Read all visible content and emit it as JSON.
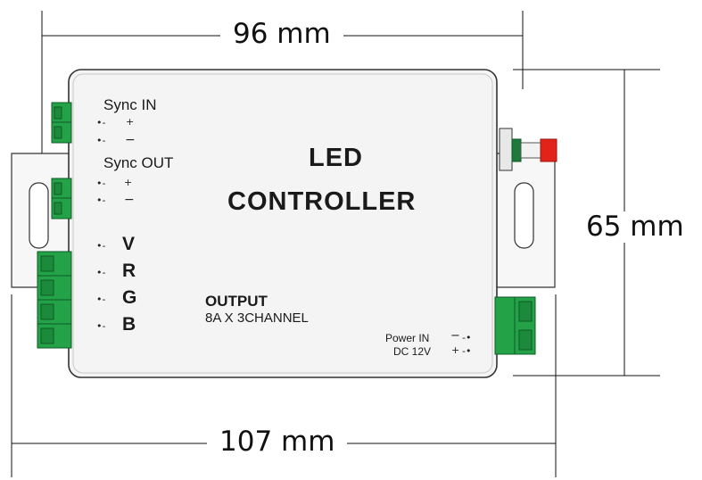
{
  "dimensions": {
    "width_top": "96 mm",
    "height_right": "65 mm",
    "width_bottom": "107 mm"
  },
  "device": {
    "title_line1": "LED",
    "title_line2": "CONTROLLER",
    "sync_in": {
      "label": "Sync IN",
      "pin_plus": "+",
      "pin_minus": "−"
    },
    "sync_out": {
      "label": "Sync OUT",
      "pin_plus": "+",
      "pin_minus": "−"
    },
    "output_pins": [
      "V",
      "R",
      "G",
      "B"
    ],
    "output_title": "OUTPUT",
    "output_spec": "8A X 3CHANNEL",
    "power_in": {
      "label": "Power IN",
      "spec": "DC 12V",
      "pin_minus": "−",
      "pin_plus": "+"
    }
  },
  "colors": {
    "body_fill": "#f4f4f4",
    "terminal_green": "#23a248",
    "cap_red": "#e2231a",
    "line": "#1a1a1a"
  }
}
